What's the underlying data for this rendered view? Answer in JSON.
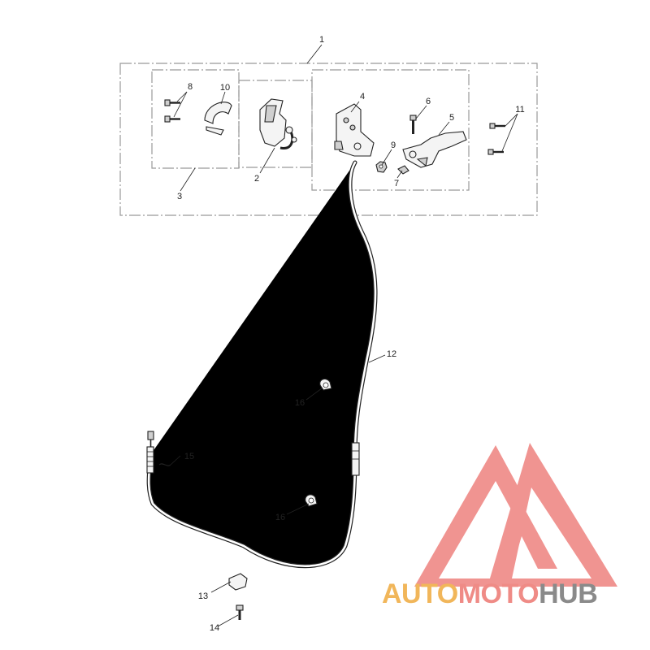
{
  "diagram": {
    "callouts": [
      "1",
      "2",
      "3",
      "4",
      "5",
      "6",
      "7",
      "8",
      "9",
      "10",
      "11",
      "12",
      "13",
      "14",
      "15",
      "16",
      "16"
    ]
  },
  "logo": {
    "part1": "AUTO",
    "part2": "MOTO",
    "part3": "HUB",
    "colors": {
      "auto": "#f1b65a",
      "moto": "#ef8b86",
      "hub": "#8a8a8a",
      "mark": "#f08f8c"
    }
  }
}
